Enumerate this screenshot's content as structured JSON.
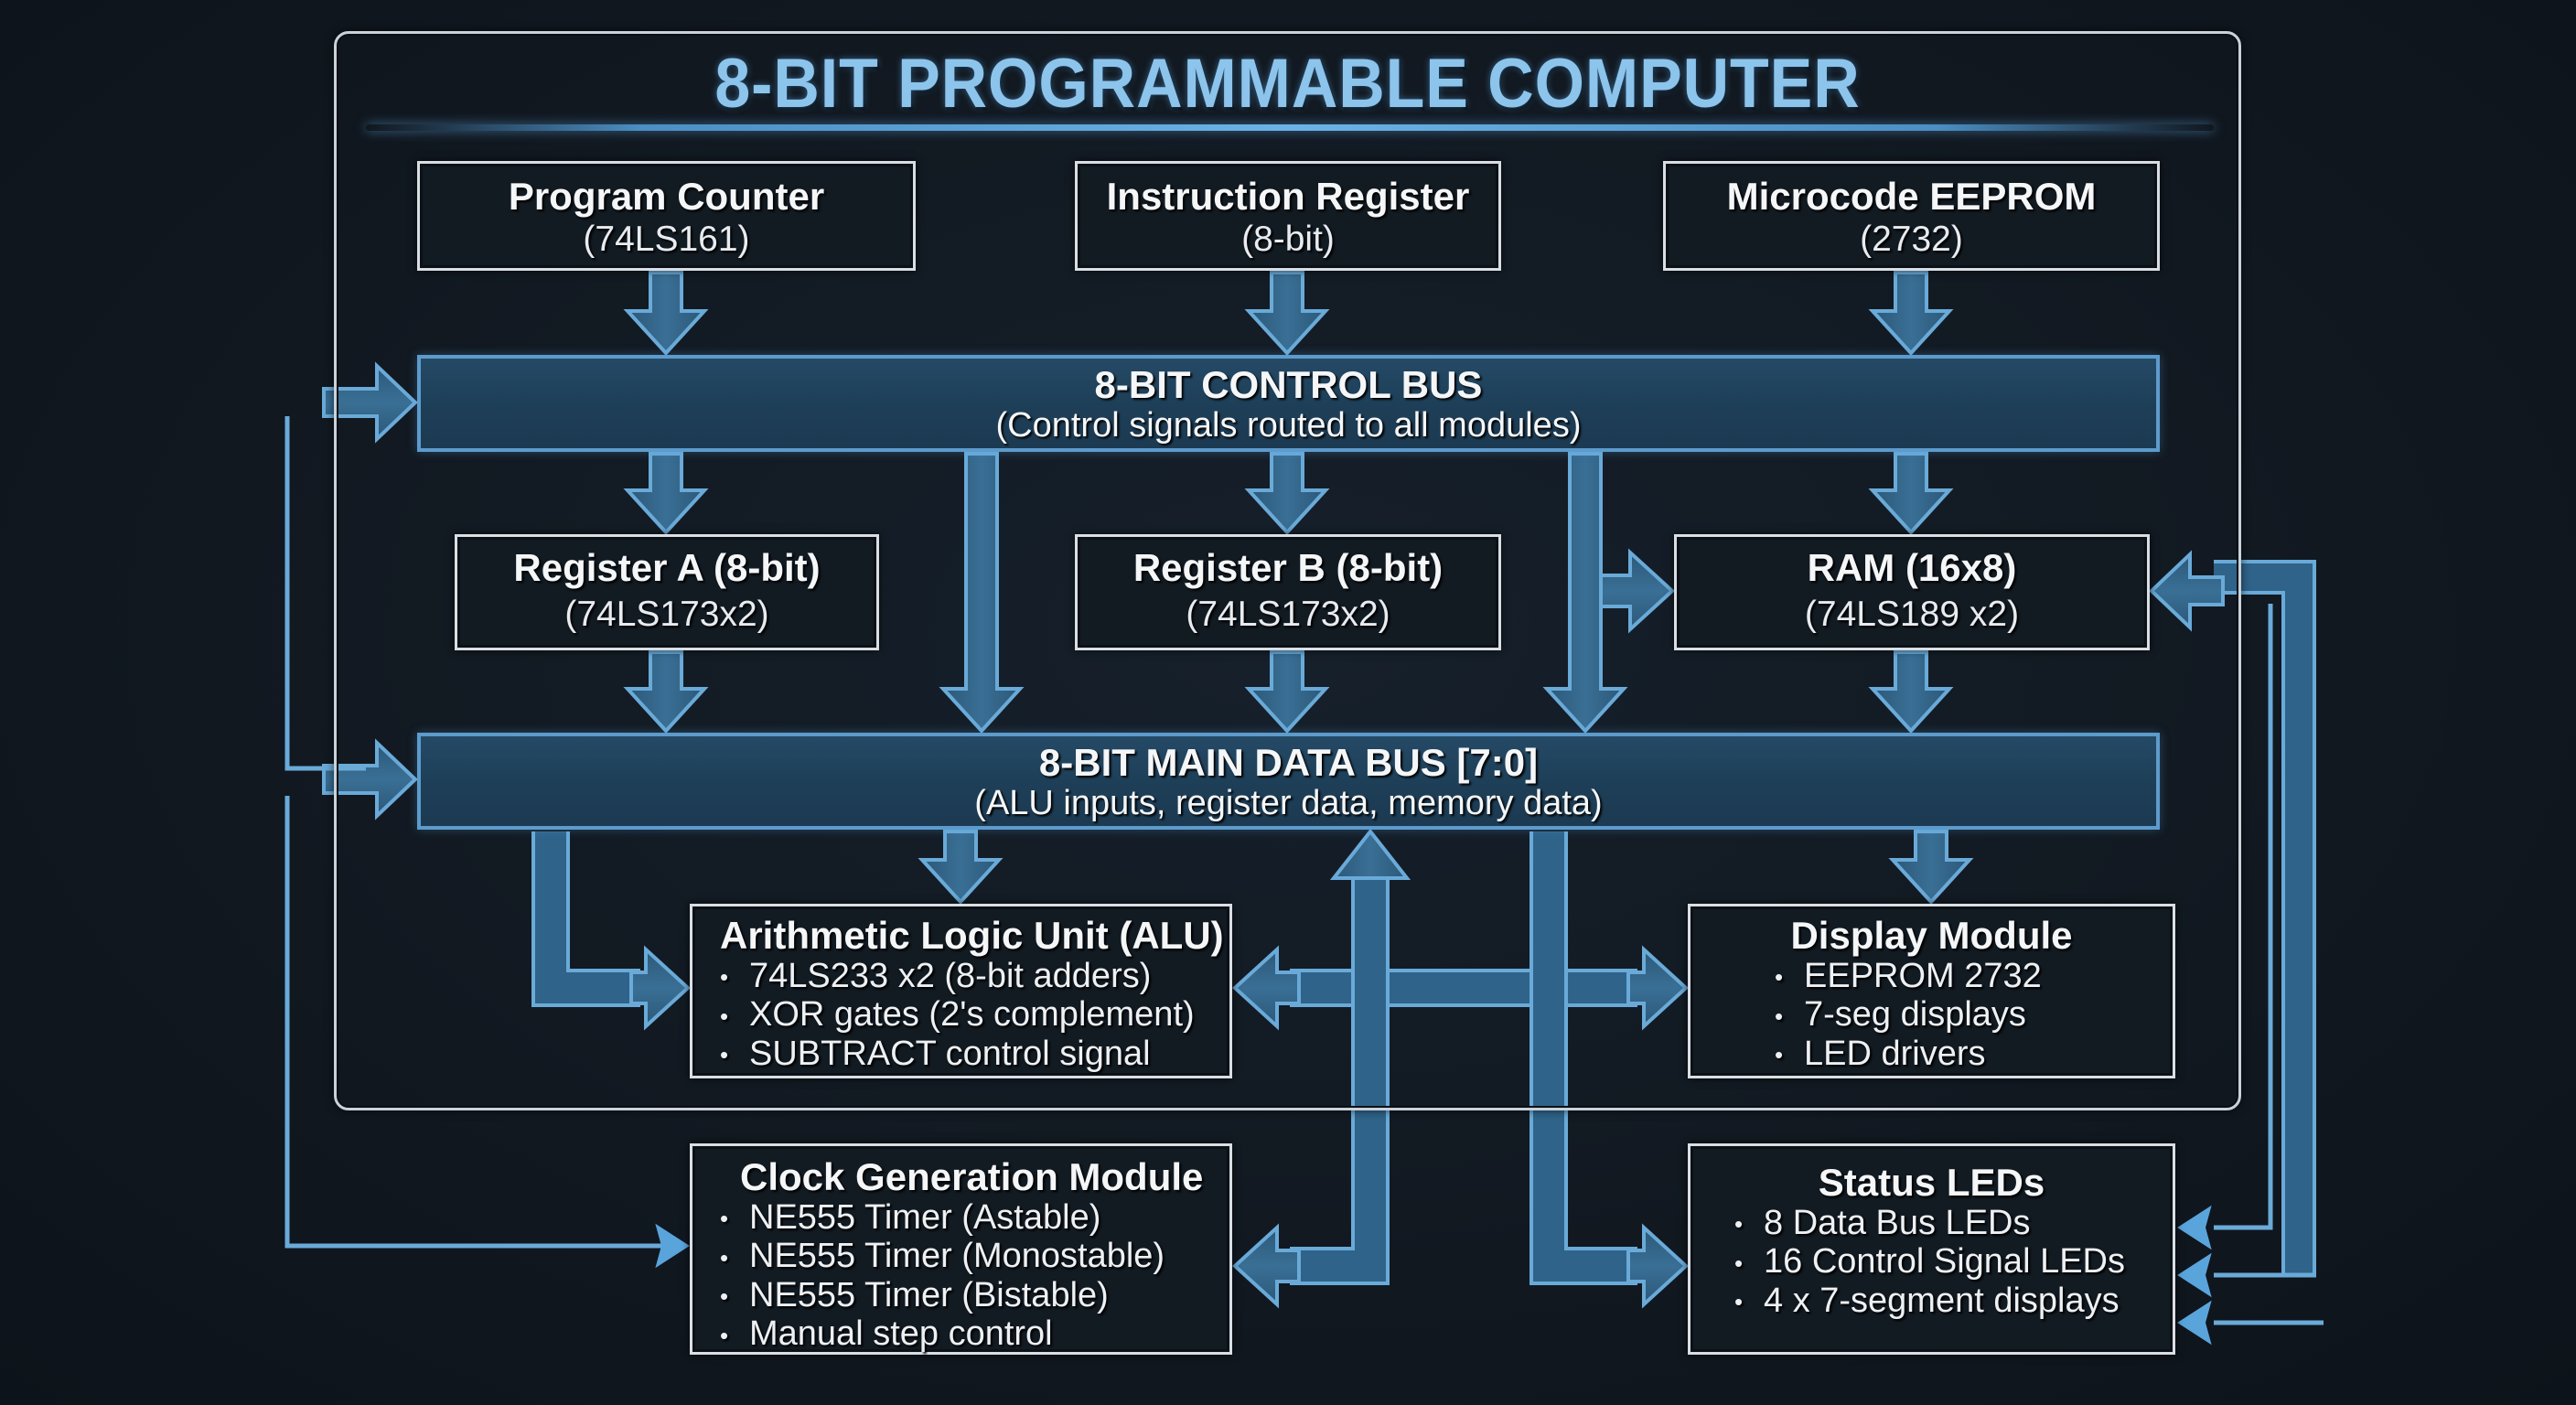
{
  "title": "8-BIT PROGRAMMABLE COMPUTER",
  "colors": {
    "background": "#111820",
    "accent": "#8cc4ec",
    "bus_fill": "#1e3f58",
    "bus_border": "#5d9bcc",
    "box_border": "#d8dee4",
    "text": "#f4f6f8"
  },
  "top_modules": [
    {
      "title": "Program Counter",
      "subtitle": "(74LS161)"
    },
    {
      "title": "Instruction Register",
      "subtitle": "(8-bit)"
    },
    {
      "title": "Microcode EEPROM",
      "subtitle": "(2732)"
    }
  ],
  "control_bus": {
    "title": "8-BIT CONTROL BUS",
    "subtitle": "(Control signals routed to all modules)"
  },
  "registers": [
    {
      "title": "Register A (8-bit)",
      "subtitle": "(74LS173x2)"
    },
    {
      "title": "Register B (8-bit)",
      "subtitle": "(74LS173x2)"
    },
    {
      "title": "RAM (16x8)",
      "subtitle": "(74LS189 x2)"
    }
  ],
  "data_bus": {
    "title": "8-BIT MAIN DATA BUS [7:0]",
    "subtitle": "(ALU inputs, register data, memory data)"
  },
  "alu": {
    "title": "Arithmetic Logic Unit (ALU)",
    "items": [
      "74LS233 x2 (8-bit adders)",
      "XOR gates (2's complement)",
      "SUBTRACT control signal"
    ]
  },
  "display": {
    "title": "Display Module",
    "items": [
      "EEPROM 2732",
      "7-seg displays",
      "LED drivers"
    ]
  },
  "clock": {
    "title": "Clock Generation Module",
    "items": [
      "NE555 Timer (Astable)",
      "NE555 Timer (Monostable)",
      "NE555 Timer (Bistable)",
      "Manual step control"
    ]
  },
  "status_leds": {
    "title": "Status LEDs",
    "items": [
      "8 Data Bus LEDs",
      "16 Control Signal LEDs",
      "4 x 7-segment displays"
    ]
  },
  "connections": [
    {
      "from": "Program Counter",
      "to": "8-BIT CONTROL BUS",
      "kind": "arrow"
    },
    {
      "from": "Instruction Register",
      "to": "8-BIT CONTROL BUS",
      "kind": "arrow"
    },
    {
      "from": "Microcode EEPROM",
      "to": "8-BIT CONTROL BUS",
      "kind": "arrow"
    },
    {
      "from": "8-BIT CONTROL BUS",
      "to": "Register A (8-bit)",
      "kind": "arrow"
    },
    {
      "from": "8-BIT CONTROL BUS",
      "to": "Register B (8-bit)",
      "kind": "arrow"
    },
    {
      "from": "8-BIT CONTROL BUS",
      "to": "RAM (16x8)",
      "kind": "arrow"
    },
    {
      "from": "8-BIT CONTROL BUS",
      "to": "8-BIT MAIN DATA BUS [7:0]",
      "kind": "arrow"
    },
    {
      "from": "Register A (8-bit)",
      "to": "8-BIT MAIN DATA BUS [7:0]",
      "kind": "arrow"
    },
    {
      "from": "Register B (8-bit)",
      "to": "8-BIT MAIN DATA BUS [7:0]",
      "kind": "arrow"
    },
    {
      "from": "RAM (16x8)",
      "to": "8-BIT MAIN DATA BUS [7:0]",
      "kind": "arrow"
    },
    {
      "from": "8-BIT MAIN DATA BUS [7:0]",
      "to": "Arithmetic Logic Unit (ALU)",
      "kind": "arrow"
    },
    {
      "from": "8-BIT MAIN DATA BUS [7:0]",
      "to": "Display Module",
      "kind": "arrow"
    },
    {
      "from": "8-BIT MAIN DATA BUS [7:0]",
      "to": "Status LEDs",
      "kind": "arrow"
    },
    {
      "from": "Clock Generation Module",
      "to": "8-BIT MAIN DATA BUS [7:0]",
      "kind": "arrow"
    },
    {
      "from": "Arithmetic Logic Unit (ALU)",
      "to": "Display Module",
      "kind": "bidirectional"
    },
    {
      "from": "Status LEDs",
      "to": "RAM (16x8)",
      "kind": "arrow"
    }
  ]
}
